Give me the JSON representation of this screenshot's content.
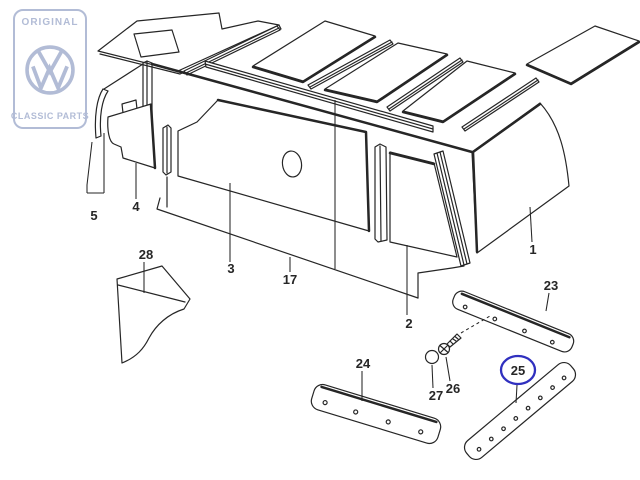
{
  "watermark": {
    "top_text": "ORIGINAL",
    "bottom_text": "CLASSIC PARTS",
    "color": "#b2bcd6",
    "logo": "vw-roundel"
  },
  "diagram": {
    "type": "exploded-parts-drawing",
    "subject": "van interior trim and lining panels",
    "line_color": "#262626",
    "highlight_color": "#3030bf",
    "highlighted_part": "25"
  },
  "parts": {
    "p1": "1",
    "p2": "2",
    "p3": "3",
    "p4": "4",
    "p5": "5",
    "p17": "17",
    "p23": "23",
    "p24": "24",
    "p25": "25",
    "p26": "26",
    "p27": "27",
    "p28": "28"
  }
}
